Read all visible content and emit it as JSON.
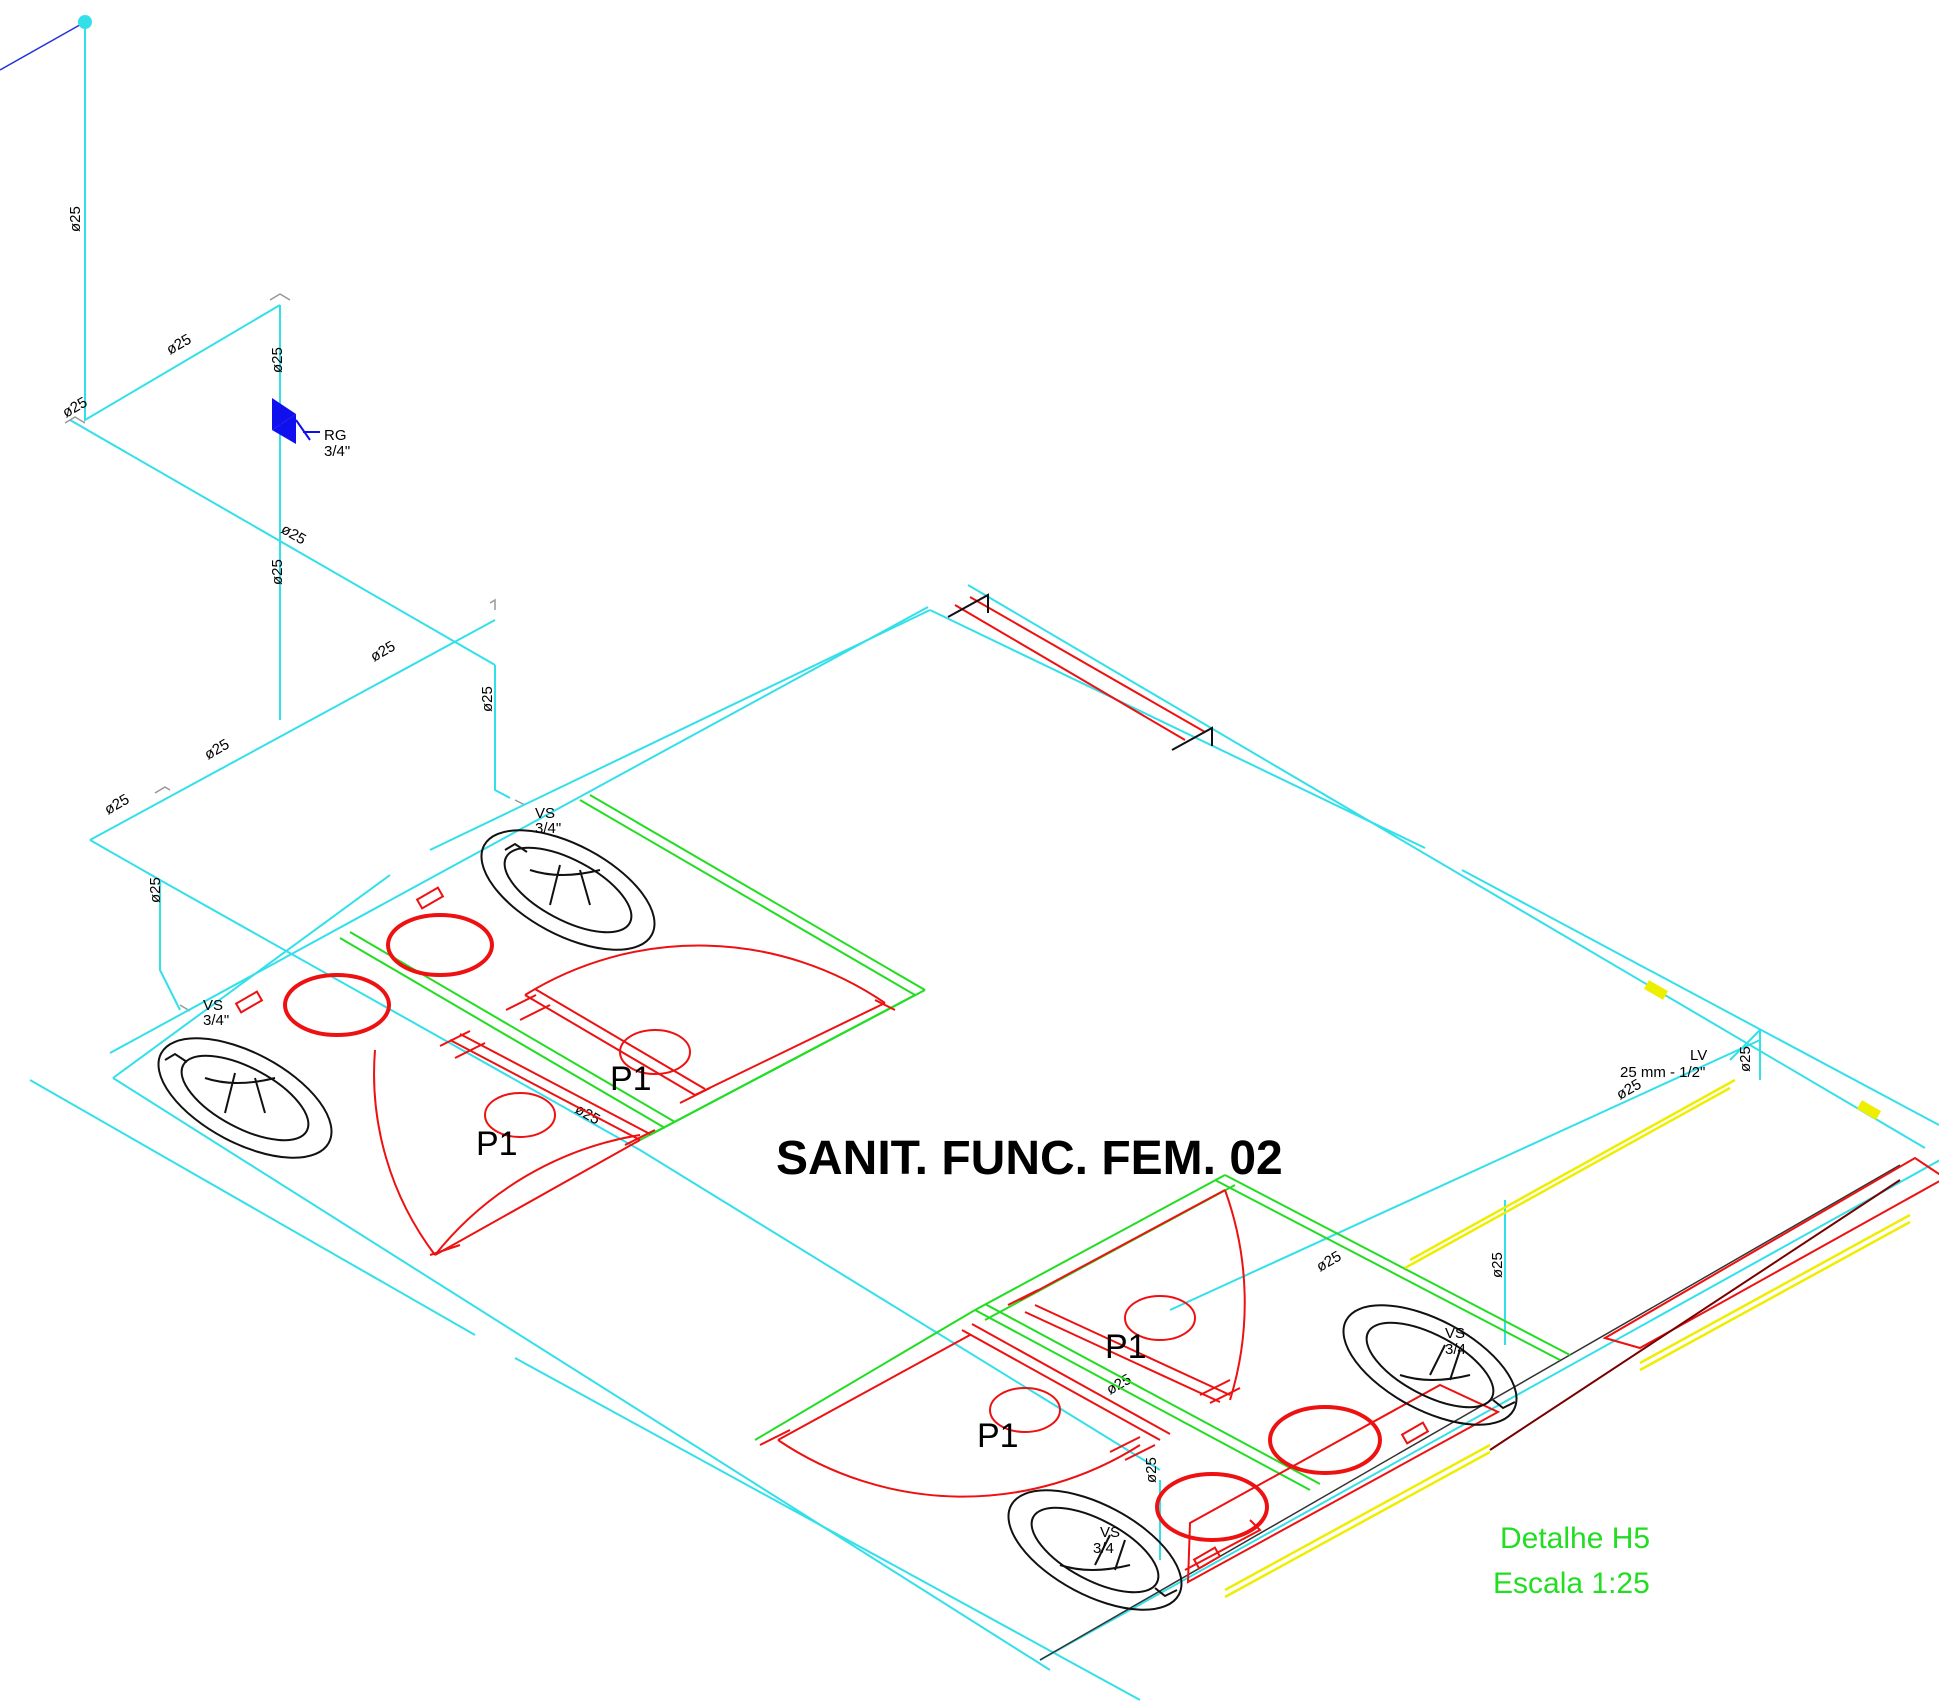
{
  "title": "SANIT. FUNC. FEM. 02",
  "detail": {
    "name": "Detalhe H5",
    "scale": "Escala 1:25"
  },
  "valve": {
    "tag": "RG",
    "size": "3/4\""
  },
  "fixtures": {
    "vs_tag": "VS",
    "vs_size": "3/4\"",
    "vs_size_alt": "3/4",
    "lv_tag": "LV",
    "lv_size": "25 mm - 1/2\""
  },
  "door_tag": "P1",
  "pipe_label": "ø25",
  "colors": {
    "water_pipe": "#33e0ea",
    "walls_doors": "#ee1111",
    "partitions": "#22dd22",
    "counter": "#eeee00",
    "valve": "#1010ee",
    "detail_text": "#22dd22"
  },
  "icons": [
    "gate-valve-icon",
    "toilet-icon",
    "door-swing-icon",
    "pipe-riser-icon"
  ]
}
